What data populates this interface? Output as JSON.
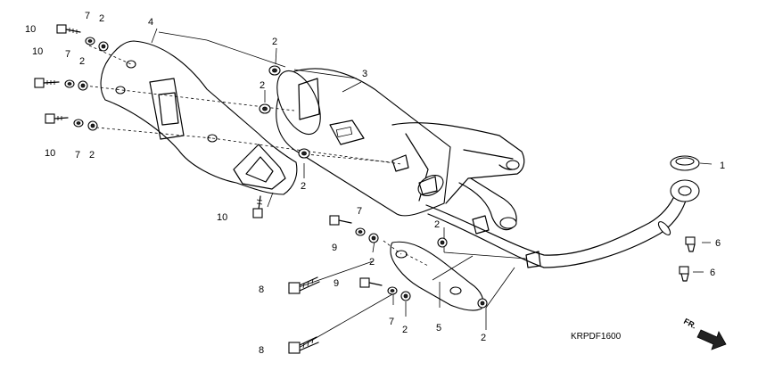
{
  "diagram": {
    "code": "KRPDF1600",
    "direction_label": "FR.",
    "callouts": [
      {
        "id": "c10a",
        "text": "10"
      },
      {
        "id": "c7a",
        "text": "7"
      },
      {
        "id": "c2a",
        "text": "2"
      },
      {
        "id": "c4",
        "text": "4"
      },
      {
        "id": "c10b",
        "text": "10"
      },
      {
        "id": "c7b",
        "text": "7"
      },
      {
        "id": "c2b",
        "text": "2"
      },
      {
        "id": "c10c",
        "text": "10"
      },
      {
        "id": "c7c",
        "text": "7"
      },
      {
        "id": "c2c",
        "text": "2"
      },
      {
        "id": "c2d",
        "text": "2"
      },
      {
        "id": "c2e",
        "text": "2"
      },
      {
        "id": "c3",
        "text": "3"
      },
      {
        "id": "c2f",
        "text": "2"
      },
      {
        "id": "c1",
        "text": "1"
      },
      {
        "id": "c10d",
        "text": "10"
      },
      {
        "id": "c7d",
        "text": "7"
      },
      {
        "id": "c9a",
        "text": "9"
      },
      {
        "id": "c2g",
        "text": "2"
      },
      {
        "id": "c2h",
        "text": "2"
      },
      {
        "id": "c6a",
        "text": "6"
      },
      {
        "id": "c6b",
        "text": "6"
      },
      {
        "id": "c8a",
        "text": "8"
      },
      {
        "id": "c9b",
        "text": "9"
      },
      {
        "id": "c5",
        "text": "5"
      },
      {
        "id": "c7e",
        "text": "7"
      },
      {
        "id": "c2i",
        "text": "2"
      },
      {
        "id": "c2j",
        "text": "2"
      },
      {
        "id": "c8b",
        "text": "8"
      }
    ]
  }
}
